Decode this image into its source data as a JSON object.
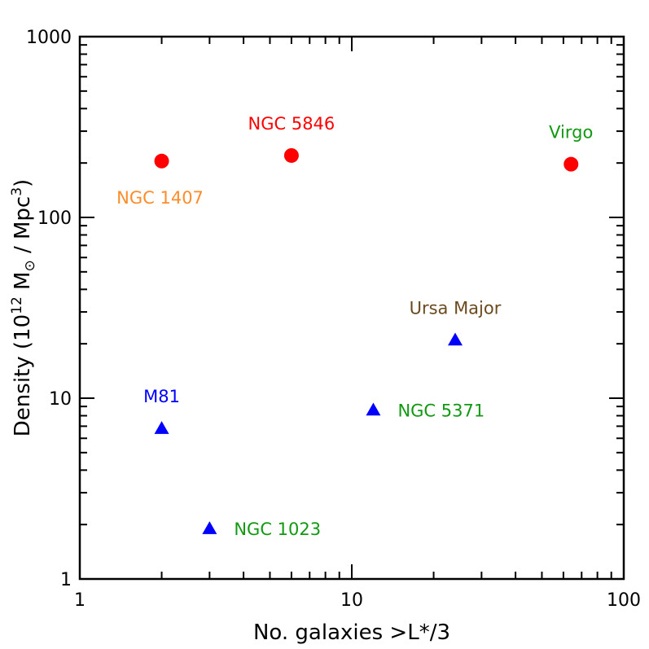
{
  "chart_data": {
    "type": "scatter",
    "xlabel": "No. galaxies >L*/3",
    "ylabel": {
      "pre": "Density (10",
      "exp": "12",
      "mid": " M",
      "sun": "⊙",
      "post": " / Mpc",
      "exp2": "3",
      "close": ")"
    },
    "x_scale": "log",
    "y_scale": "log",
    "xlim": [
      1,
      100
    ],
    "ylim": [
      1,
      1000
    ],
    "xticks": [
      {
        "value": 1,
        "label": "1"
      },
      {
        "value": 10,
        "label": "10"
      },
      {
        "value": 100,
        "label": "100"
      }
    ],
    "yticks": [
      {
        "value": 1,
        "label": "1"
      },
      {
        "value": 10,
        "label": "10"
      },
      {
        "value": 100,
        "label": "100"
      },
      {
        "value": 1000,
        "label": "1000"
      }
    ],
    "grid": false,
    "points": [
      {
        "label": "NGC 1407",
        "x": 2.0,
        "y": 205,
        "marker": "circle",
        "color": "#ff0000",
        "label_color": "#ff8c2a",
        "label_pos": "below-left"
      },
      {
        "label": "NGC 5846",
        "x": 6.0,
        "y": 220,
        "marker": "circle",
        "color": "#ff0000",
        "label_color": "#ff0000",
        "label_pos": "above"
      },
      {
        "label": "Virgo",
        "x": 64,
        "y": 197,
        "marker": "circle",
        "color": "#ff0000",
        "label_color": "#119911",
        "label_pos": "above"
      },
      {
        "label": "Ursa Major",
        "x": 24,
        "y": 21,
        "marker": "triangle",
        "color": "#0000ff",
        "label_color": "#6b4a1e",
        "label_pos": "above"
      },
      {
        "label": "M81",
        "x": 2.0,
        "y": 6.8,
        "marker": "triangle",
        "color": "#0000ff",
        "label_color": "#0000ff",
        "label_pos": "above"
      },
      {
        "label": "NGC 5371",
        "x": 12,
        "y": 8.6,
        "marker": "triangle",
        "color": "#0000ff",
        "label_color": "#119911",
        "label_pos": "right"
      },
      {
        "label": "NGC 1023",
        "x": 3.0,
        "y": 1.9,
        "marker": "triangle",
        "color": "#0000ff",
        "label_color": "#119911",
        "label_pos": "right"
      }
    ]
  }
}
